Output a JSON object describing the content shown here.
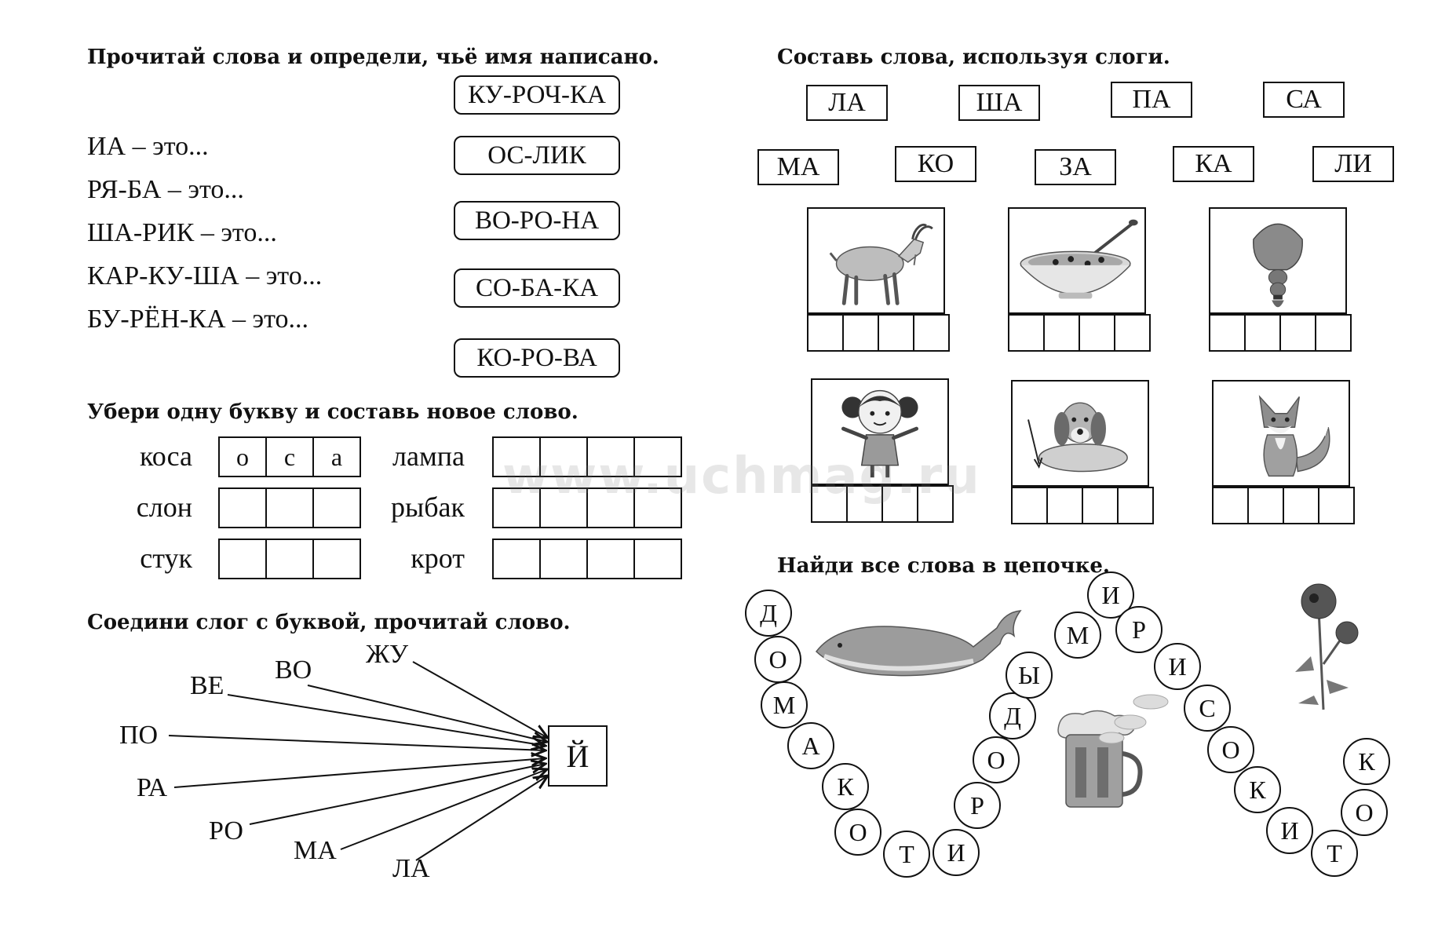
{
  "section1": {
    "heading": "Прочитай слова и определи, чьё имя написано.",
    "questions": [
      "ИА – это...",
      "РЯ-БА – это...",
      "ША-РИК – это...",
      "КАР-КУ-ША – это...",
      "БУ-РЁН-КА – это..."
    ],
    "answers": [
      "КУ-РОЧ-КА",
      "ОС-ЛИК",
      "ВО-РО-НА",
      "СО-БА-КА",
      "КО-РО-ВА"
    ]
  },
  "section2": {
    "heading": "Убери одну букву и составь новое слово.",
    "left_words": [
      "коса",
      "слон",
      "стук"
    ],
    "right_words": [
      "лампа",
      "рыбак",
      "крот"
    ],
    "sample_letters": [
      "о",
      "с",
      "а"
    ]
  },
  "section3": {
    "heading": "Соедини слог с буквой, прочитай слово.",
    "syllables": [
      "ВЕ",
      "ВО",
      "ЖУ",
      "ПО",
      "РА",
      "РО",
      "МА",
      "ЛА"
    ],
    "letter": "Й"
  },
  "section4": {
    "heading": "Составь слова, используя слоги.",
    "syllables_row1": [
      "ЛА",
      "ША",
      "ПА",
      "СА"
    ],
    "syllables_row2": [
      "МА",
      "КО",
      "ЗА",
      "КА",
      "ЛИ"
    ],
    "pictures": [
      "goat-icon",
      "porridge-bowl-icon",
      "braid-icon",
      "girl-icon",
      "dog-icon",
      "fox-icon"
    ]
  },
  "section5": {
    "heading": "Найди все слова в цепочке.",
    "chain": [
      "Д",
      "О",
      "М",
      "А",
      "К",
      "О",
      "Т",
      "И",
      "Р",
      "О",
      "Д",
      "Ы",
      "М",
      "И",
      "Р",
      "И",
      "С",
      "О",
      "К",
      "И",
      "Т",
      "О",
      "К"
    ]
  },
  "watermark": "www.uchmag.ru"
}
